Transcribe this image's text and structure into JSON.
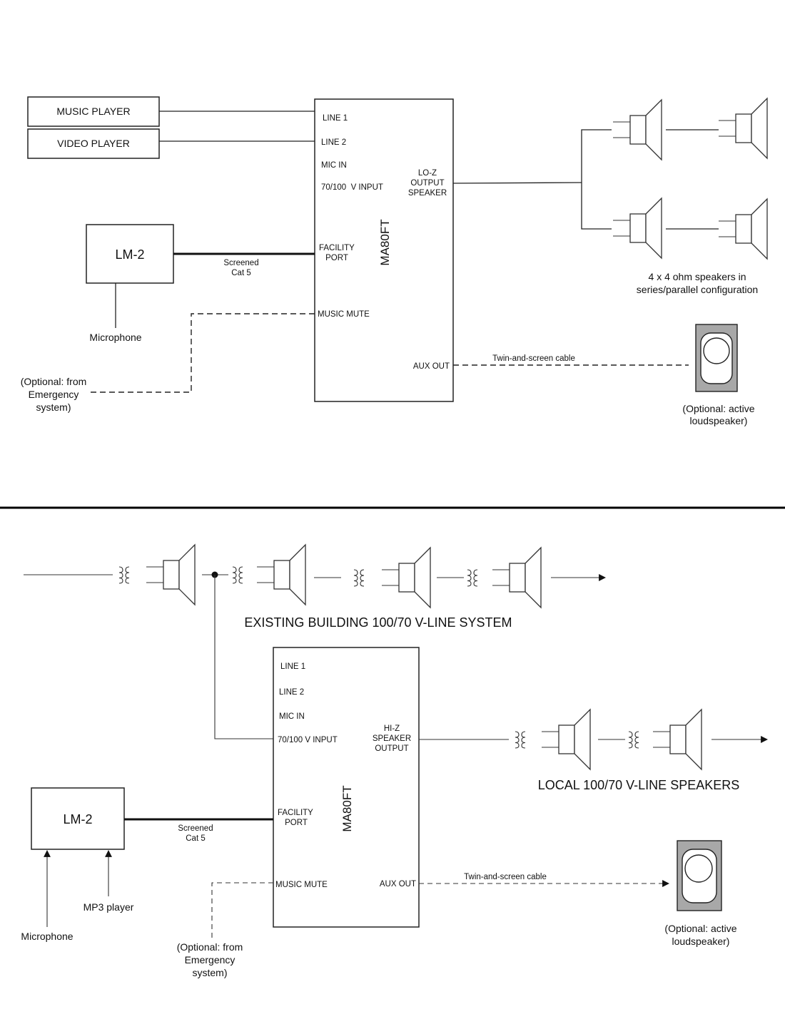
{
  "diagram_top": {
    "sources": {
      "music_player": "MUSIC PLAYER",
      "video_player": "VIDEO PLAYER"
    },
    "amplifier": {
      "name": "MA80FT",
      "inputs": {
        "line1": "LINE 1",
        "line2": "LINE 2",
        "mic_in": "MIC IN",
        "v_input": "70/100  V INPUT",
        "facility_port": [
          "FACILITY",
          "PORT"
        ],
        "music_mute": "MUSIC MUTE"
      },
      "outputs": {
        "speaker": [
          "LO-Z",
          "OUTPUT",
          "SPEAKER"
        ],
        "aux_out": "AUX OUT"
      }
    },
    "lm2": {
      "name": "LM-2",
      "microphone": "Microphone"
    },
    "cable_cat5": [
      "Screened",
      "Cat 5"
    ],
    "emergency": [
      "(Optional: from",
      "Emergency",
      "system)"
    ],
    "speaker_note": [
      "4 x 4 ohm speakers in",
      "series/parallel configuration"
    ],
    "twin_cable": "Twin-and-screen cable",
    "active_speaker": [
      "(Optional: active",
      "loudspeaker)"
    ]
  },
  "diagram_bottom": {
    "existing_system_label": "EXISTING BUILDING 100/70 V-LINE SYSTEM",
    "local_speakers_label": "LOCAL 100/70 V-LINE SPEAKERS",
    "amplifier": {
      "name": "MA80FT",
      "inputs": {
        "line1": "LINE 1",
        "line2": "LINE 2",
        "mic_in": "MIC IN",
        "v_input": "70/100 V INPUT",
        "facility_port": [
          "FACILITY",
          "PORT"
        ],
        "music_mute": "MUSIC MUTE"
      },
      "outputs": {
        "speaker": [
          "HI-Z",
          "SPEAKER",
          "OUTPUT"
        ],
        "aux_out": "AUX OUT"
      }
    },
    "lm2": {
      "name": "LM-2",
      "microphone": "Microphone",
      "mp3": "MP3 player"
    },
    "cable_cat5": [
      "Screened",
      "Cat 5"
    ],
    "emergency": [
      "(Optional: from",
      "Emergency",
      "system)"
    ],
    "twin_cable": "Twin-and-screen cable",
    "active_speaker": [
      "(Optional: active",
      "loudspeaker)"
    ]
  }
}
